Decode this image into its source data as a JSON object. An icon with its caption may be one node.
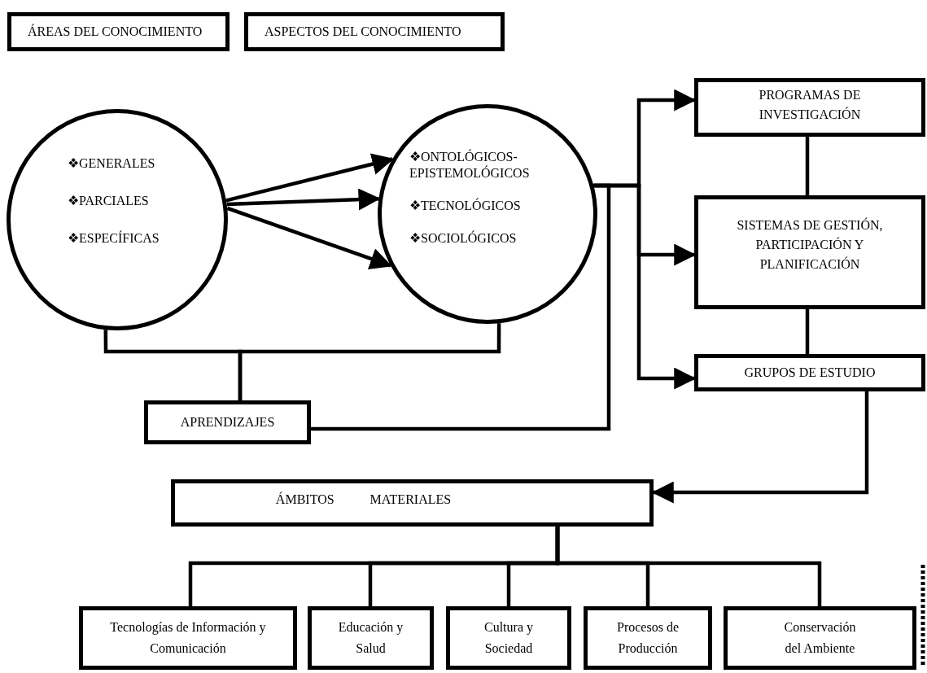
{
  "diagram": {
    "nodes": [
      {
        "text": [
          "ÁREAS DEL CONOCIMIENTO"
        ]
      },
      {
        "text": [
          "ASPECTOS DEL CONOCIMIENTO"
        ]
      },
      {
        "text": [
          "❖GENERALES",
          "❖PARCIALES",
          "❖ESPECÍFICAS"
        ]
      },
      {
        "text": [
          "❖ONTOLÓGICOS- EPISTEMOLÓGICOS",
          "❖TECNOLÓGICOS",
          "❖SOCIOLÓGICOS"
        ]
      },
      {
        "text": [
          "PROGRAMAS DE INVESTIGACIÓN"
        ]
      },
      {
        "text": [
          "SISTEMAS DE GESTIÓN, PARTICIPACIÓN Y PLANIFICACIÓN"
        ]
      },
      {
        "text": [
          "GRUPOS DE ESTUDIO"
        ]
      },
      {
        "text": [
          "APRENDIZAJES"
        ]
      },
      {
        "text": [
          "ÁMBITOS",
          "MATERIALES"
        ]
      },
      {
        "text": [
          "Tecnologías de Información y Comunicación"
        ]
      },
      {
        "text": [
          "Educación y Salud"
        ]
      },
      {
        "text": [
          "Cultura y Sociedad"
        ]
      },
      {
        "text": [
          "Procesos de Producción"
        ]
      },
      {
        "text": [
          "Conservación del Ambiente"
        ]
      }
    ],
    "edges": [
      {
        "from": 2,
        "to": 3,
        "arrow": "to"
      },
      {
        "from": 2,
        "to": 3,
        "arrow": "to"
      },
      {
        "from": 2,
        "to": 3,
        "arrow": "to"
      },
      {
        "from": 3,
        "to": 4,
        "arrow": "to"
      },
      {
        "from": 3,
        "to": 5,
        "arrow": "to"
      },
      {
        "from": 3,
        "to": 6,
        "arrow": "to"
      },
      {
        "from": 4,
        "to": 5,
        "arrow": "none"
      },
      {
        "from": 5,
        "to": 6,
        "arrow": "none"
      },
      {
        "from": 6,
        "to": 8,
        "arrow": "to"
      },
      {
        "from": 8,
        "to": 9,
        "arrow": "none"
      },
      {
        "from": 8,
        "to": 10,
        "arrow": "none"
      },
      {
        "from": 8,
        "to": 11,
        "arrow": "none"
      },
      {
        "from": 8,
        "to": 12,
        "arrow": "none"
      },
      {
        "from": 8,
        "to": 13,
        "arrow": "none"
      },
      {
        "from": 2,
        "to": 7,
        "arrow": "none"
      },
      {
        "from": 3,
        "to": 7,
        "arrow": "none"
      },
      {
        "from": 7,
        "to": 3,
        "arrow": "none"
      }
    ]
  }
}
